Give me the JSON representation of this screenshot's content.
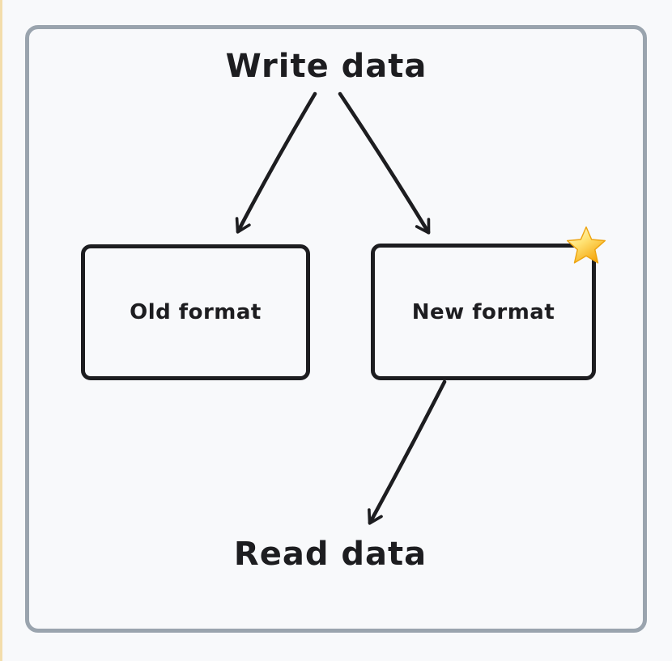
{
  "diagram": {
    "title": "Write data",
    "footer": "Read data",
    "nodes": [
      {
        "id": "old",
        "label": "Old format"
      },
      {
        "id": "new",
        "label": "New format",
        "badge": "star-icon"
      }
    ],
    "edges": [
      {
        "from": "Write data",
        "to": "Old format"
      },
      {
        "from": "Write data",
        "to": "New format"
      },
      {
        "from": "New format",
        "to": "Read data"
      }
    ],
    "colors": {
      "background": "#f8f9fb",
      "frame_border": "#9aa4ae",
      "ink": "#1d1d20",
      "left_strip": "#f3ddab",
      "star_light": "#fff6c4",
      "star_gold": "#ffc93c",
      "star_deep": "#f59f00"
    }
  }
}
